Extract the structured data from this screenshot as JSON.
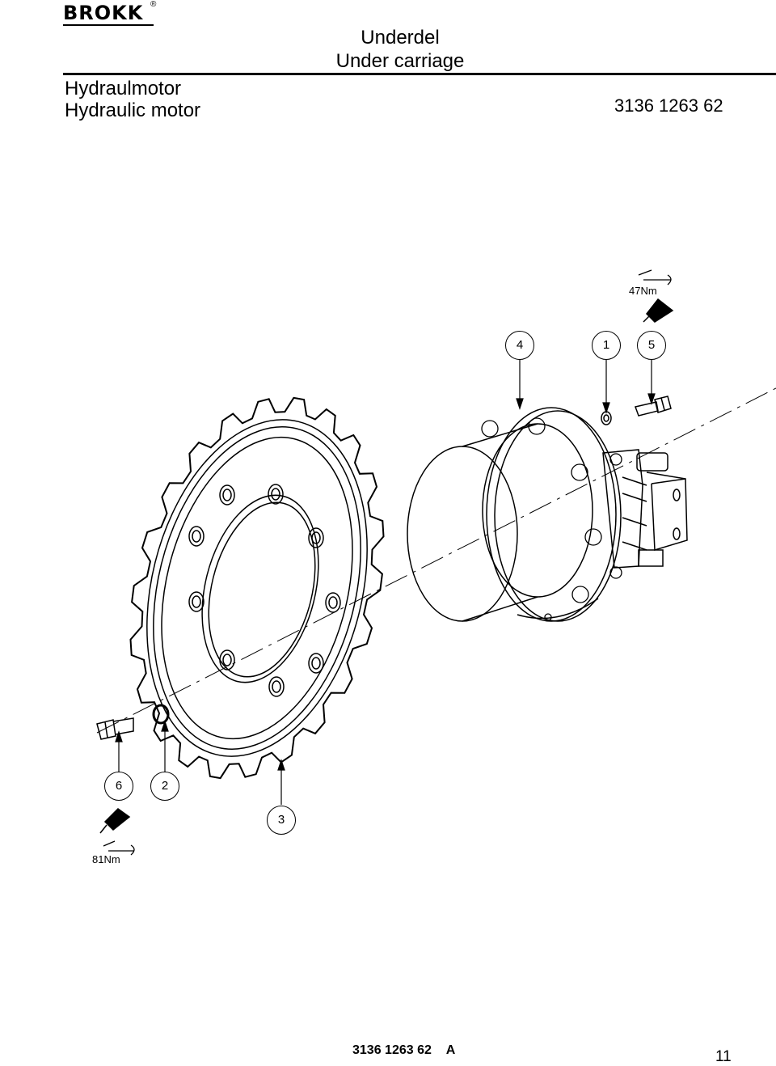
{
  "header": {
    "brand": "BROKK",
    "registered_mark": "®",
    "section_title_sv": "Underdel",
    "section_title_en": "Under carriage",
    "component_sv": "Hydraulmotor",
    "component_en": "Hydraulic motor",
    "part_number": "3136 1263 62"
  },
  "callouts": [
    "4",
    "1",
    "5",
    "6",
    "2",
    "3"
  ],
  "torques": {
    "upper": "47Nm",
    "lower": "81Nm"
  },
  "footer": {
    "doc_number": "3136 1263 62",
    "revision": "A",
    "page": "11"
  }
}
